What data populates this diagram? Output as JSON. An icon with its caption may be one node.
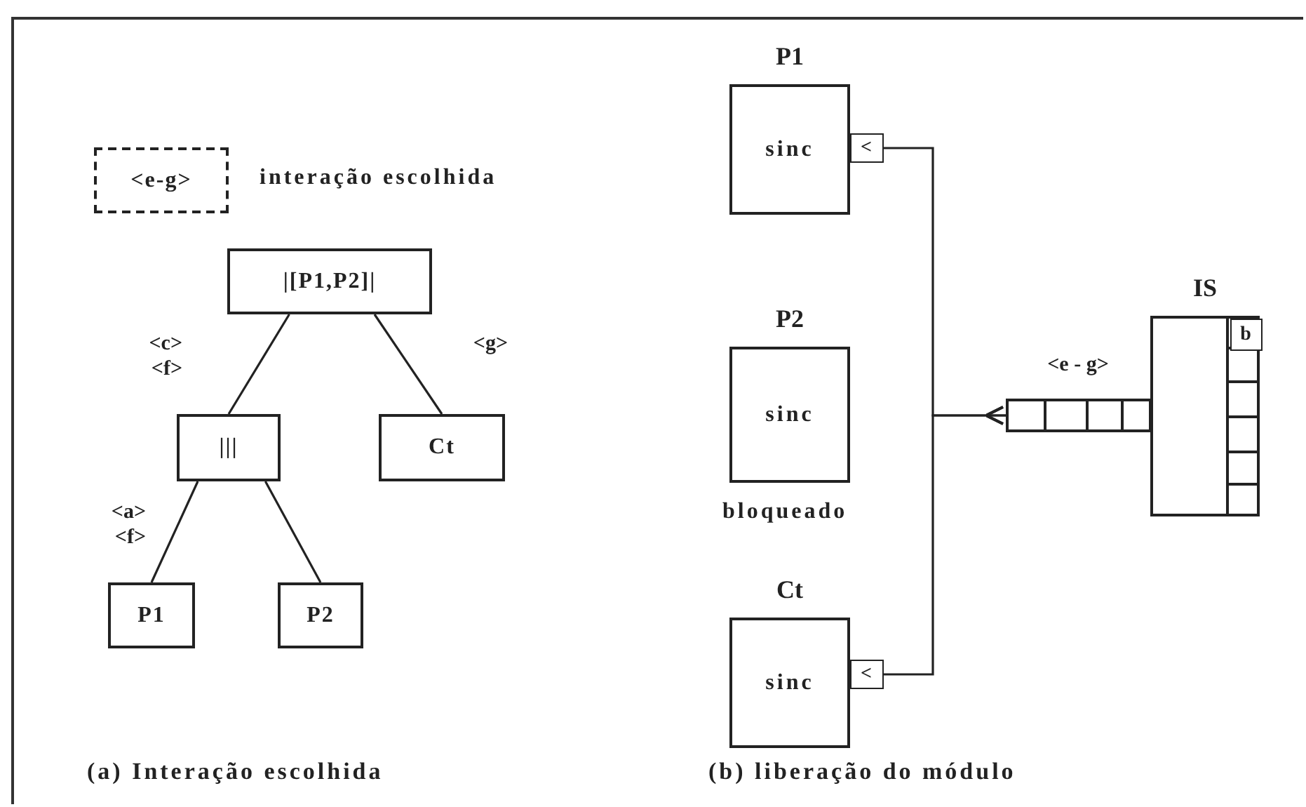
{
  "diagram": {
    "nodes": [
      {
        "text": [
          "<e-g>"
        ],
        "beside": [
          "interação escolhida"
        ]
      },
      {
        "text": [
          "|[P1,P2]|"
        ]
      },
      {
        "text": [
          "|||"
        ]
      },
      {
        "text": [
          "Ct"
        ]
      },
      {
        "text": [
          "P1"
        ]
      },
      {
        "text": [
          "P2"
        ]
      },
      {
        "text": [
          "P1",
          "sinc"
        ]
      },
      {
        "text": [
          "<"
        ]
      },
      {
        "text": [
          "P2",
          "sinc"
        ],
        "beside": [
          "bloqueado"
        ]
      },
      {
        "text": [
          "Ct",
          "sinc"
        ]
      },
      {
        "text": [
          "<"
        ]
      },
      {
        "text": [
          "<e - g>"
        ]
      },
      {
        "text": [
          "IS"
        ]
      },
      {
        "text": [
          "b"
        ],
        "in": 12
      }
    ],
    "edges": [
      {
        "from": 1,
        "to": 2,
        "arrow": "none",
        "label": "<c> <f>"
      },
      {
        "from": 1,
        "to": 3,
        "arrow": "none",
        "label": "<g>"
      },
      {
        "from": 2,
        "to": 4,
        "arrow": "none",
        "label": "<a> <f>"
      },
      {
        "from": 2,
        "to": 5,
        "arrow": "none"
      },
      {
        "from": 7,
        "to": 11,
        "arrow": "other"
      },
      {
        "from": 10,
        "to": 11,
        "arrow": "other"
      }
    ],
    "labels": [
      "(a) Interação escolhida",
      "(b) liberação do módulo"
    ]
  }
}
